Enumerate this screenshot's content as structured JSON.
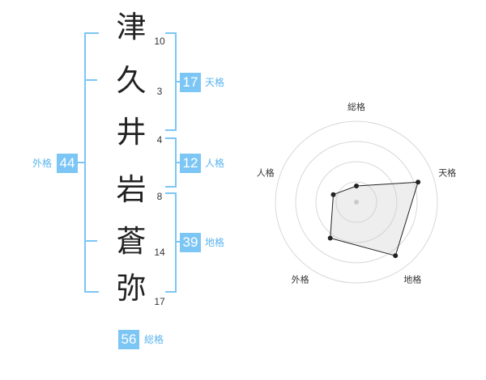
{
  "colors": {
    "accent": "#7cc6f5",
    "label": "#5ab4ee",
    "polygon_stroke": "#222222"
  },
  "name": {
    "chars": [
      {
        "char": "津",
        "strokes": "10"
      },
      {
        "char": "久",
        "strokes": "3"
      },
      {
        "char": "井",
        "strokes": "4"
      },
      {
        "char": "岩",
        "strokes": "8"
      },
      {
        "char": "蒼",
        "strokes": "14"
      },
      {
        "char": "弥",
        "strokes": "17"
      }
    ]
  },
  "scores": {
    "tenkaku": {
      "value": "17",
      "label": "天格"
    },
    "jinkaku": {
      "value": "12",
      "label": "人格"
    },
    "chikaku": {
      "value": "39",
      "label": "地格"
    },
    "gaikaku": {
      "value": "44",
      "label": "外格"
    },
    "soukaku": {
      "value": "56",
      "label": "総格"
    }
  },
  "chart_data": {
    "type": "radar",
    "axes": [
      "総格",
      "天格",
      "地格",
      "外格",
      "人格"
    ],
    "values": [
      0.2,
      0.8,
      0.82,
      0.55,
      0.3
    ],
    "range": [
      0,
      1
    ],
    "rings": 4
  }
}
